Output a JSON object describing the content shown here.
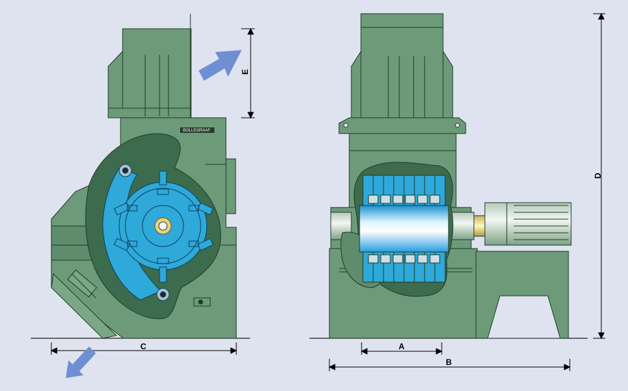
{
  "brand_plate": "BOLLEGRAAF",
  "dimensions": {
    "a": "A",
    "b": "B",
    "c": "C",
    "d": "D",
    "e": "E"
  },
  "colors": {
    "background": "#dfe3ef",
    "machine_green": "#6d9b7a",
    "machine_dark": "#3d6b4e",
    "rotor_blue": "#2ea9d9",
    "flow_arrow": "#6f8fd3"
  },
  "icons": [
    "inlet-arrow-icon",
    "outlet-arrow-icon"
  ]
}
